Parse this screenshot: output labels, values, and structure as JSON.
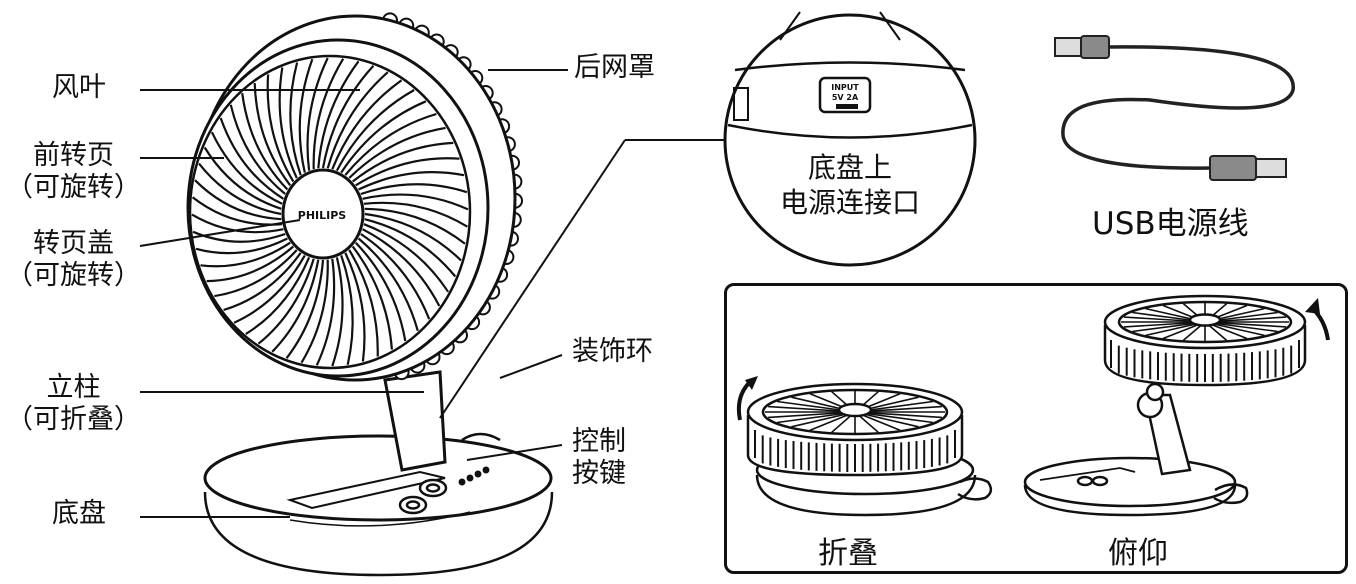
{
  "labels": {
    "blade": "风叶",
    "rear_grille": "后网罩",
    "front_cover": "前转页",
    "front_cover_note": "（可旋转）",
    "cover_cap": "转页盖",
    "cover_cap_note": "（可旋转）",
    "decor_ring": "装饰环",
    "pillar": "立柱",
    "pillar_note": "（可折叠）",
    "control_line1": "控制",
    "control_line2": "按键",
    "base": "底盘"
  },
  "brand": "PHILIPS",
  "zoom": {
    "port_text1": "INPUT",
    "port_text2": "5V  2A",
    "line1": "底盘上",
    "line2": "电源连接口"
  },
  "usb": {
    "caption": "USB电源线"
  },
  "panel": {
    "fold_caption": "折叠",
    "tilt_caption": "俯仰"
  },
  "colors": {
    "ink": "#111111",
    "cable": "#222222",
    "usb_metal": "#8a8a8a"
  },
  "icons": [
    "fan-illustration",
    "usb-cable-icon",
    "rotate-arrow-icon"
  ]
}
